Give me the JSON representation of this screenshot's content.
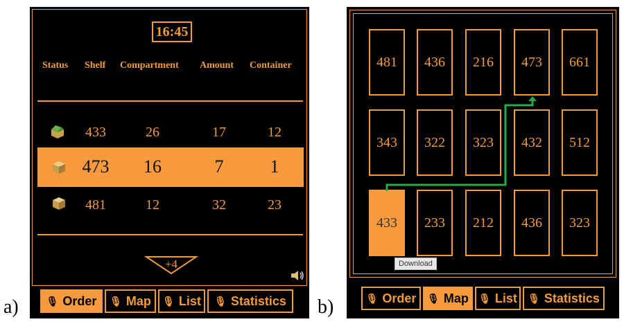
{
  "labels": {
    "a": "a)",
    "b": "b)"
  },
  "panel_a": {
    "clock": "16:45",
    "columns": [
      "Status",
      "Shelf",
      "Compartment",
      "Amount",
      "Container"
    ],
    "rows": [
      {
        "status_icon": "open-box-icon",
        "shelf": "433",
        "compartment": "26",
        "amount": "17",
        "container": "12",
        "highlighted": false
      },
      {
        "status_icon": "box-icon",
        "shelf": "473",
        "compartment": "16",
        "amount": "7",
        "container": "1",
        "highlighted": true
      },
      {
        "status_icon": "box-icon",
        "shelf": "481",
        "compartment": "12",
        "amount": "32",
        "container": "23",
        "highlighted": false
      }
    ],
    "more_indicator": "+4",
    "speaker_icon": "speaker-icon"
  },
  "tabs_a": {
    "items": [
      {
        "label": "Order",
        "active": true,
        "icon": "microphone-icon"
      },
      {
        "label": "Map",
        "active": false,
        "icon": "microphone-icon"
      },
      {
        "label": "List",
        "active": false,
        "icon": "microphone-icon"
      },
      {
        "label": "Statistics",
        "active": false,
        "icon": "microphone-icon"
      }
    ]
  },
  "panel_b": {
    "shelves": [
      [
        "481",
        "436",
        "216",
        "473",
        "661"
      ],
      [
        "343",
        "322",
        "323",
        "432",
        "512"
      ],
      [
        "433",
        "233",
        "212",
        "436",
        "323"
      ]
    ],
    "highlighted_shelf": "433",
    "route_color": "#27a84a",
    "tooltip": "Download"
  },
  "tabs_b": {
    "items": [
      {
        "label": "Order",
        "active": false,
        "icon": "microphone-icon"
      },
      {
        "label": "Map",
        "active": true,
        "icon": "microphone-icon"
      },
      {
        "label": "List",
        "active": false,
        "icon": "microphone-icon"
      },
      {
        "label": "Statistics",
        "active": false,
        "icon": "microphone-icon"
      }
    ]
  },
  "colors": {
    "accent": "#f39b35",
    "highlight": "#f79a3e",
    "background": "#000000",
    "route": "#27a84a"
  }
}
